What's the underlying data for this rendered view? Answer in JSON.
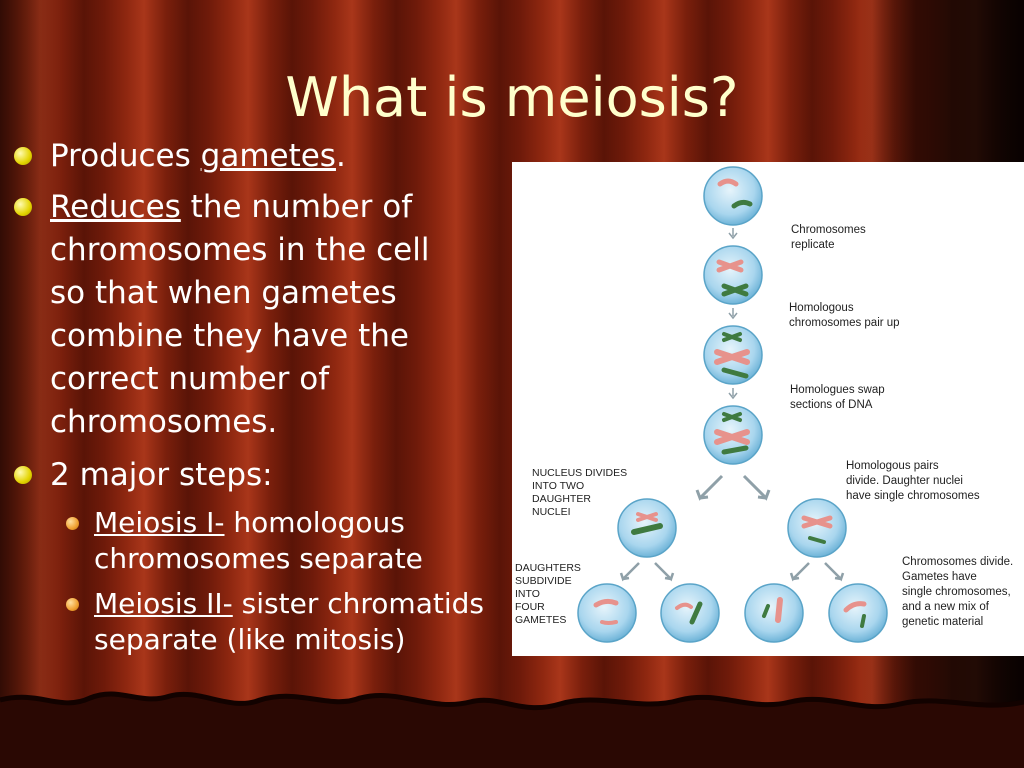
{
  "slide": {
    "title": "What is meiosis?",
    "bullets": {
      "b1_pre": "Produces ",
      "b1_link": "gametes",
      "b1_post": ".",
      "b2_link": "Reduces",
      "b2_line1": " the number of",
      "b2_line2": "chromosomes in the cell",
      "b2_line3": "so that when gametes",
      "b2_line4": "combine they have the",
      "b2_line5": "correct number of",
      "b2_line6": "chromosomes.",
      "b3": "2 major steps:",
      "s1_link": "Meiosis I-",
      "s1_line1": " homologous",
      "s1_line2": "chromosomes separate",
      "s2_link": "Meiosis II-",
      "s2_line1": " sister chromatids",
      "s2_line2": "separate (like mitosis)"
    }
  },
  "diagram": {
    "cap_replicate": [
      "Chromosomes",
      "replicate"
    ],
    "cap_pair": [
      "Homologous",
      "chromosomes pair up"
    ],
    "cap_swap": [
      "Homologues swap",
      "sections of DNA"
    ],
    "cap_nucleus": [
      "NUCLEUS DIVIDES",
      "INTO TWO",
      "DAUGHTER",
      "NUCLEI"
    ],
    "cap_divide": [
      "Homologous pairs",
      "divide. Daughter nuclei",
      "have single chromosomes"
    ],
    "cap_daughters": [
      "DAUGHTERS",
      "SUBDIVIDE",
      "INTO",
      "FOUR",
      "GAMETES"
    ],
    "cap_gametes": [
      "Chromosomes divide.",
      "Gametes have",
      "single chromosomes,",
      "and a new mix of",
      "genetic material"
    ]
  }
}
